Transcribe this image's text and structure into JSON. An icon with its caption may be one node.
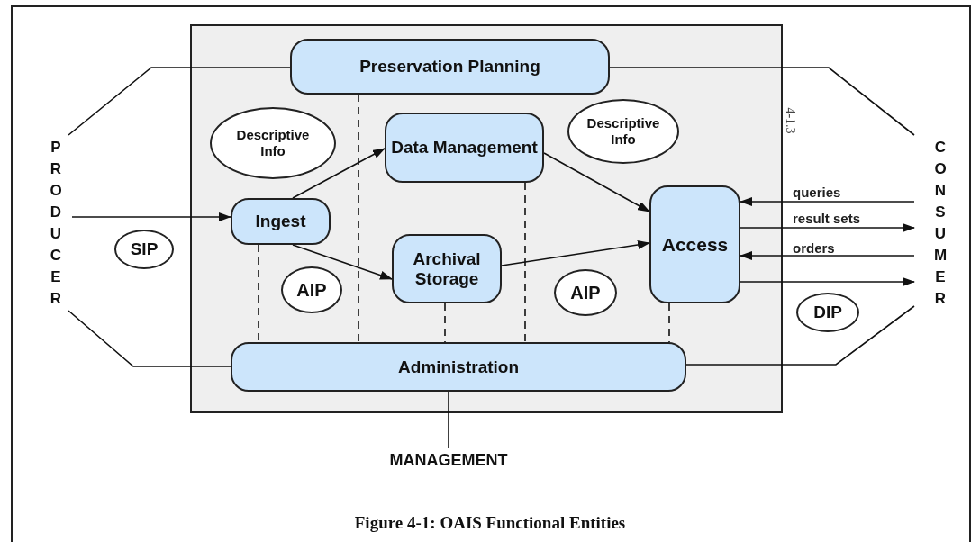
{
  "diagram": {
    "caption": "Figure 4-1: OAIS Functional Entities",
    "nodes": [
      {
        "text": [],
        "shape": "box"
      },
      {
        "text": [
          "Preservation Planning"
        ],
        "in": 0
      },
      {
        "text": [
          "Descriptive Info"
        ],
        "in": 0
      },
      {
        "text": [
          "Data Management"
        ],
        "in": 0
      },
      {
        "text": [
          "Descriptive Info"
        ],
        "in": 0
      },
      {
        "text": [
          "Ingest"
        ],
        "in": 0
      },
      {
        "text": [
          "Archival Storage"
        ],
        "in": 0
      },
      {
        "text": [
          "Access"
        ],
        "in": 0
      },
      {
        "text": [
          "AIP"
        ],
        "in": 0
      },
      {
        "text": [
          "AIP"
        ],
        "in": 0
      },
      {
        "text": [
          "Administration"
        ],
        "in": 0
      },
      {
        "text": [
          "PRODUCER"
        ]
      },
      {
        "text": [
          "SIP"
        ]
      },
      {
        "text": [
          "CONSUMER"
        ]
      },
      {
        "text": [
          "DIP"
        ]
      },
      {
        "text": [
          "MANAGEMENT"
        ]
      }
    ],
    "edges": [
      {
        "from": 11,
        "to": 1,
        "arrow": "none"
      },
      {
        "from": 11,
        "to": 5,
        "arrow": "to"
      },
      {
        "from": 11,
        "to": 10,
        "arrow": "none"
      },
      {
        "from": 1,
        "to": 13,
        "arrow": "none"
      },
      {
        "from": 10,
        "to": 13,
        "arrow": "none"
      },
      {
        "from": 5,
        "to": 3,
        "arrow": "to"
      },
      {
        "from": 5,
        "to": 6,
        "arrow": "to"
      },
      {
        "from": 3,
        "to": 7,
        "arrow": "to"
      },
      {
        "from": 6,
        "to": 7,
        "arrow": "to"
      },
      {
        "from": 13,
        "to": 7,
        "arrow": "to",
        "label": "queries"
      },
      {
        "from": 7,
        "to": 13,
        "arrow": "to",
        "label": "result sets"
      },
      {
        "from": 13,
        "to": 7,
        "arrow": "to",
        "label": "orders"
      },
      {
        "from": 7,
        "to": 13,
        "arrow": "to"
      },
      {
        "from": 1,
        "to": 10,
        "arrow": "none",
        "style": "dashed"
      },
      {
        "from": 5,
        "to": 10,
        "arrow": "none",
        "style": "dashed"
      },
      {
        "from": 6,
        "to": 10,
        "arrow": "none",
        "style": "dashed"
      },
      {
        "from": 3,
        "to": 10,
        "arrow": "none",
        "style": "dashed"
      },
      {
        "from": 7,
        "to": 10,
        "arrow": "none",
        "style": "dashed"
      },
      {
        "from": 10,
        "to": 15,
        "arrow": "none"
      }
    ],
    "labels": [
      "4-1.3"
    ]
  }
}
